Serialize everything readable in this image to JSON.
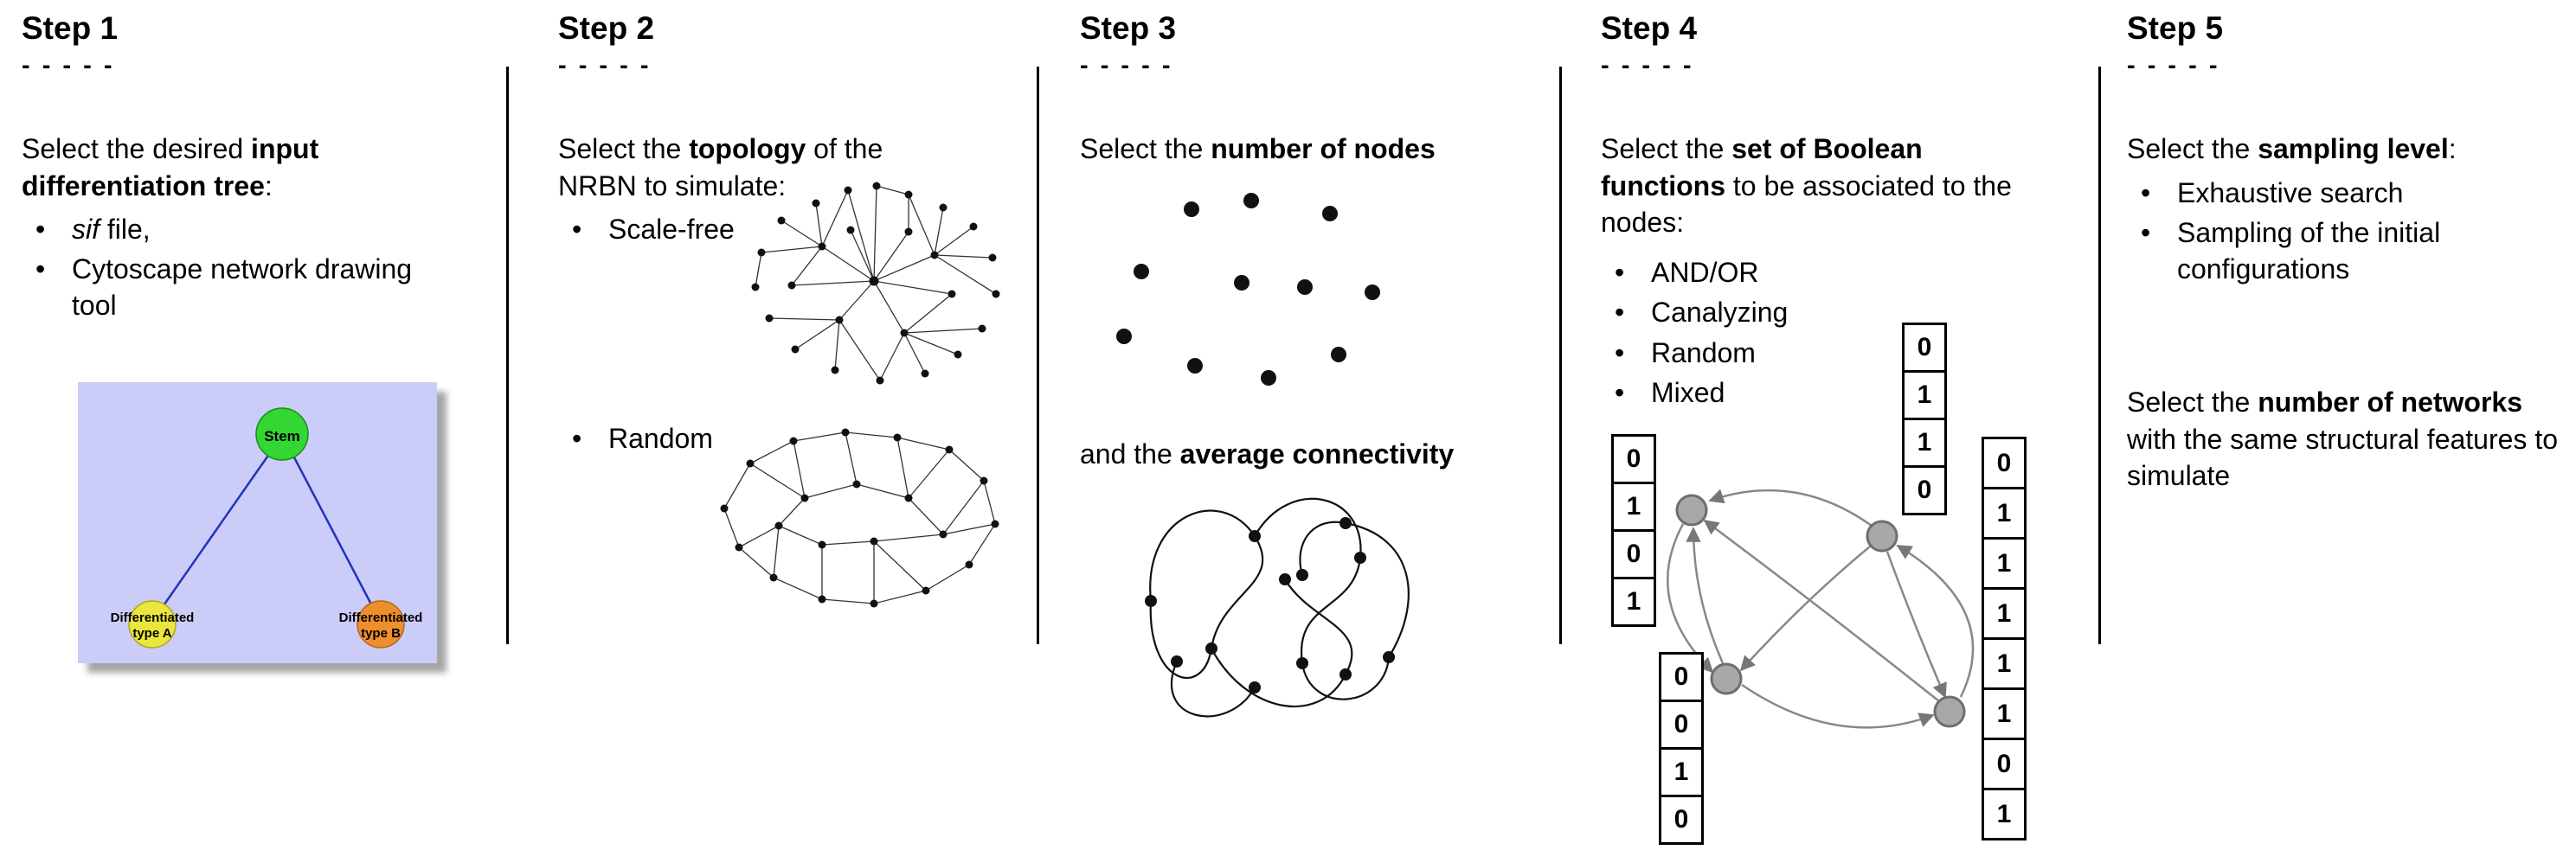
{
  "step1": {
    "title": "Step 1",
    "dashes": "- - - - -",
    "para_pre": "Select the desired ",
    "para_bold": "input differentiation tree",
    "para_post": ":",
    "bullet1_italic": "sif",
    "bullet1_rest": " file,",
    "bullet2": "Cytoscape network drawing tool",
    "tree": {
      "stem_label": "Stem",
      "type_a_line1": "Differentiated",
      "type_a_line2": "type A",
      "type_b_line1": "Differentiated",
      "type_b_line2": "type B",
      "colors": {
        "background": "#ccccf8",
        "stem": "#33d633",
        "type_a": "#eae63b",
        "type_b": "#ee8f2e",
        "edge": "#2233bb"
      }
    }
  },
  "step2": {
    "title": "Step 2",
    "dashes": "- - - - -",
    "para_pre": "Select the ",
    "para_bold": "topology",
    "para_post": " of the NRBN to simulate:",
    "bullet1": "Scale-free",
    "bullet2": "Random"
  },
  "step3": {
    "title": "Step 3",
    "dashes": "- - - - -",
    "line1_pre": "Select the ",
    "line1_bold": "number of nodes",
    "line2_pre": "and the ",
    "line2_bold": "average connectivity"
  },
  "step4": {
    "title": "Step 4",
    "dashes": "- - - - -",
    "para_pre": "Select the ",
    "para_bold": "set of Boolean functions",
    "para_post": " to be associated to the nodes:",
    "bullets": [
      "AND/OR",
      "Canalyzing",
      "Random",
      "Mixed"
    ],
    "tables": {
      "left": [
        "0",
        "1",
        "0",
        "1"
      ],
      "top": [
        "0",
        "1",
        "1",
        "0"
      ],
      "bottom_left": [
        "0",
        "0",
        "1",
        "0"
      ],
      "right": [
        "0",
        "1",
        "1",
        "1",
        "1",
        "1",
        "0",
        "1"
      ]
    }
  },
  "step5": {
    "title": "Step 5",
    "dashes": "- - - - -",
    "para1_pre": "Select the ",
    "para1_bold": "sampling level",
    "para1_post": ":",
    "bullet1": "Exhaustive search",
    "bullet2": "Sampling of the initial configurations",
    "para2_pre": "Select the ",
    "para2_bold": "number of networks",
    "para2_post": " with the same structural features to simulate"
  }
}
